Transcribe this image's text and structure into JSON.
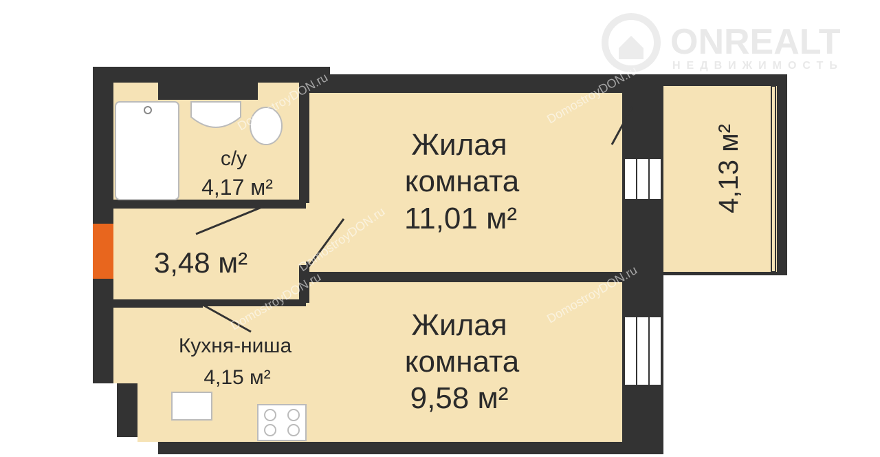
{
  "logo": {
    "name": "ONREALT",
    "subtitle": "НЕДВИЖИМОСТЬ"
  },
  "watermark": "DomostroyDON.ru",
  "colors": {
    "wall": "#333333",
    "floor": "#f6e3b6",
    "entrance": "#e8661e",
    "fixture": "#ffffff"
  },
  "rooms": {
    "bathroom": {
      "name": "с/у",
      "area": "4,17 м²"
    },
    "hallway": {
      "area": "3,48 м²"
    },
    "kitchen": {
      "name": "Кухня-ниша",
      "area": "4,15 м²"
    },
    "living_room_1": {
      "name_line1": "Жилая",
      "name_line2": "комната",
      "area": "11,01 м²"
    },
    "living_room_2": {
      "name_line1": "Жилая",
      "name_line2": "комната",
      "area": "9,58 м²"
    },
    "balcony": {
      "area": "4,13 м²"
    }
  }
}
